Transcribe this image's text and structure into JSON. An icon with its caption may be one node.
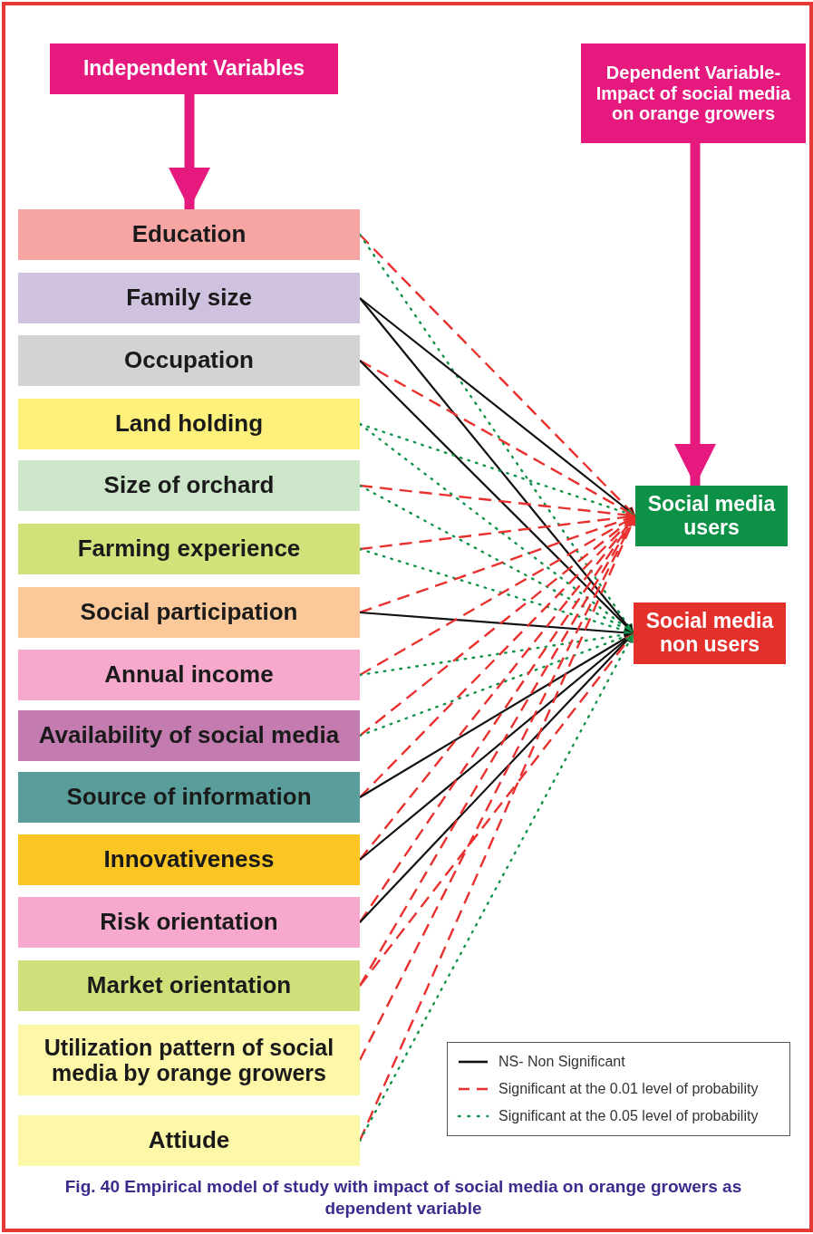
{
  "diagram": {
    "caption": "Fig. 40 Empirical model of study with impact of social media on orange growers as dependent variable",
    "nodes": [
      {
        "text": [
          "Independent Variables"
        ]
      },
      {
        "text": [
          "Dependent Variable- Impact of social media on orange growers"
        ]
      },
      {
        "text": [
          "Education"
        ]
      },
      {
        "text": [
          "Family size"
        ]
      },
      {
        "text": [
          "Occupation"
        ]
      },
      {
        "text": [
          "Land holding"
        ]
      },
      {
        "text": [
          "Size of orchard"
        ]
      },
      {
        "text": [
          "Farming experience"
        ]
      },
      {
        "text": [
          "Social participation"
        ]
      },
      {
        "text": [
          "Annual income"
        ]
      },
      {
        "text": [
          "Availability of social media"
        ]
      },
      {
        "text": [
          "Source of information"
        ]
      },
      {
        "text": [
          "Innovativeness"
        ]
      },
      {
        "text": [
          "Risk orientation"
        ]
      },
      {
        "text": [
          "Market orientation"
        ]
      },
      {
        "text": [
          "Utilization pattern of social media by orange growers"
        ]
      },
      {
        "text": [
          "Attiude"
        ]
      },
      {
        "text": [
          "Social media users"
        ]
      },
      {
        "text": [
          "Social media non users"
        ]
      }
    ],
    "edges": [
      {
        "from": 0,
        "to": 2,
        "arrow": "to",
        "style": "thick",
        "color": "#e6197f"
      },
      {
        "from": 1,
        "to": 17,
        "arrow": "to",
        "style": "thick",
        "color": "#e6197f"
      },
      {
        "from": 2,
        "to": 17,
        "arrow": "to",
        "style": "dashed",
        "color": "#e8312f"
      },
      {
        "from": 2,
        "to": 18,
        "arrow": "to",
        "style": "dashed",
        "color": "#11924a"
      },
      {
        "from": 3,
        "to": 17,
        "arrow": "to",
        "color": "#111111"
      },
      {
        "from": 3,
        "to": 18,
        "arrow": "to",
        "color": "#111111"
      },
      {
        "from": 4,
        "to": 17,
        "arrow": "to",
        "style": "dashed",
        "color": "#e8312f"
      },
      {
        "from": 4,
        "to": 18,
        "arrow": "to",
        "color": "#111111"
      },
      {
        "from": 5,
        "to": 17,
        "arrow": "to",
        "style": "dashed",
        "color": "#11924a"
      },
      {
        "from": 5,
        "to": 18,
        "arrow": "to",
        "style": "dashed",
        "color": "#11924a"
      },
      {
        "from": 6,
        "to": 17,
        "arrow": "to",
        "style": "dashed",
        "color": "#e8312f"
      },
      {
        "from": 6,
        "to": 18,
        "arrow": "to",
        "style": "dashed",
        "color": "#11924a"
      },
      {
        "from": 7,
        "to": 17,
        "arrow": "to",
        "style": "dashed",
        "color": "#e8312f"
      },
      {
        "from": 7,
        "to": 18,
        "arrow": "to",
        "style": "dashed",
        "color": "#11924a"
      },
      {
        "from": 8,
        "to": 17,
        "arrow": "to",
        "style": "dashed",
        "color": "#e8312f"
      },
      {
        "from": 8,
        "to": 18,
        "arrow": "to",
        "color": "#111111"
      },
      {
        "from": 9,
        "to": 17,
        "arrow": "to",
        "style": "dashed",
        "color": "#e8312f"
      },
      {
        "from": 9,
        "to": 18,
        "arrow": "to",
        "style": "dashed",
        "color": "#11924a"
      },
      {
        "from": 10,
        "to": 17,
        "arrow": "to",
        "style": "dashed",
        "color": "#e8312f"
      },
      {
        "from": 10,
        "to": 18,
        "arrow": "to",
        "style": "dashed",
        "color": "#11924a"
      },
      {
        "from": 11,
        "to": 17,
        "arrow": "to",
        "style": "dashed",
        "color": "#e8312f"
      },
      {
        "from": 11,
        "to": 18,
        "arrow": "to",
        "color": "#111111"
      },
      {
        "from": 12,
        "to": 17,
        "arrow": "to",
        "style": "dashed",
        "color": "#e8312f"
      },
      {
        "from": 12,
        "to": 18,
        "arrow": "to",
        "color": "#111111"
      },
      {
        "from": 13,
        "to": 17,
        "arrow": "to",
        "style": "dashed",
        "color": "#e8312f"
      },
      {
        "from": 13,
        "to": 18,
        "arrow": "to",
        "color": "#111111"
      },
      {
        "from": 14,
        "to": 17,
        "arrow": "to",
        "style": "dashed",
        "color": "#e8312f"
      },
      {
        "from": 14,
        "to": 18,
        "arrow": "to",
        "style": "dashed",
        "color": "#e8312f"
      },
      {
        "from": 15,
        "to": 17,
        "arrow": "to",
        "style": "dashed",
        "color": "#e8312f"
      },
      {
        "from": 16,
        "to": 17,
        "arrow": "to",
        "style": "dashed",
        "color": "#e8312f"
      },
      {
        "from": 16,
        "to": 18,
        "arrow": "to",
        "style": "dashed",
        "color": "#11924a"
      }
    ],
    "legend": [
      {
        "text": "NS- Non Significant"
      },
      {
        "text": "Significant at the 0.01 level of probability"
      },
      {
        "text": "Significant at the 0.05 level of probability"
      }
    ]
  }
}
